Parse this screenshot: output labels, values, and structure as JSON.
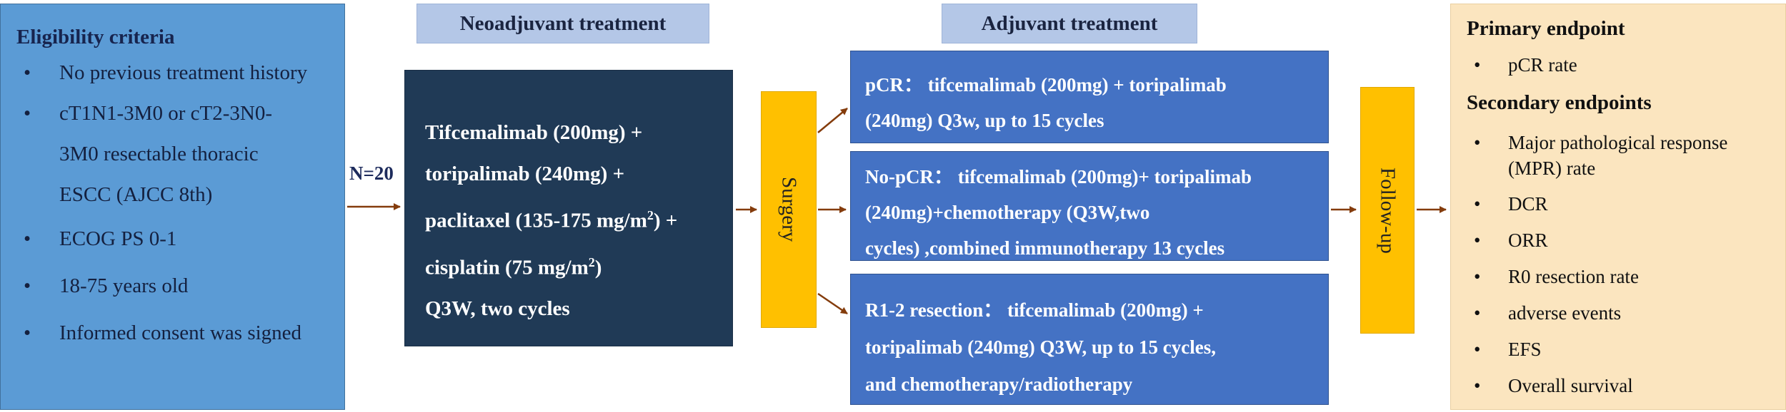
{
  "eligibility": {
    "title": "Eligibility criteria",
    "items": [
      {
        "lines": [
          "No previous treatment history"
        ]
      },
      {
        "lines": [
          "cT1N1-3M0 or cT2-3N0-",
          "3M0 resectable thoracic",
          "ESCC (AJCC 8th)"
        ]
      },
      {
        "lines": [
          "ECOG PS 0-1"
        ]
      },
      {
        "lines": [
          "18-75 years old"
        ]
      },
      {
        "lines": [
          "Informed consent was signed"
        ]
      }
    ]
  },
  "sample_size": "N=20",
  "neoadjuvant": {
    "header": "Neoadjuvant treatment",
    "line1": "Tifcemalimab (200mg) +",
    "line2": "toripalimab (240mg) +",
    "line3_a": "paclitaxel (135-175 mg/m",
    "line3_sup": "2",
    "line3_b": ") +",
    "line4_a": "cisplatin (75 mg/m",
    "line4_sup": "2",
    "line4_b": ")",
    "line5": "Q3W, two cycles"
  },
  "surgery": "Surgery",
  "adjuvant": {
    "header": "Adjuvant treatment",
    "pcr": {
      "line1": "pCR： tifcemalimab (200mg) + toripalimab",
      "line2": "(240mg) Q3w, up to 15 cycles"
    },
    "no_pcr": {
      "line1": "No-pCR：  tifcemalimab (200mg)+ toripalimab",
      "line2": "(240mg)+chemotherapy (Q3W,two",
      "line3": "cycles) ,combined immunotherapy 13 cycles"
    },
    "r12": {
      "line1": "R1-2 resection：  tifcemalimab (200mg) +",
      "line2": "toripalimab (240mg)  Q3W, up to 15 cycles,",
      "line3": "and  chemotherapy/radiotherapy"
    }
  },
  "follow_up": "Follow-up",
  "endpoints": {
    "primary_title": "Primary endpoint",
    "primary_items": [
      "pCR rate"
    ],
    "secondary_title": "Secondary endpoints",
    "secondary_items": [
      {
        "lines": [
          "Major pathological response",
          "(MPR) rate"
        ]
      },
      {
        "lines": [
          "DCR"
        ]
      },
      {
        "lines": [
          "ORR"
        ]
      },
      {
        "lines": [
          "R0 resection rate"
        ]
      },
      {
        "lines": [
          "adverse events"
        ]
      },
      {
        "lines": [
          "EFS"
        ]
      },
      {
        "lines": [
          "Overall survival"
        ]
      }
    ]
  },
  "bullet_char": "•",
  "colors": {
    "eligibility_box": "#5b9bd5",
    "neoadjuvant_box": "#203a56",
    "adjuvant_box": "#4472c4",
    "surgery_box": "#ffc000",
    "endpoint_box": "#fbe5bf",
    "header_box": "#b4c7e7",
    "arrow": "#843c0c"
  }
}
